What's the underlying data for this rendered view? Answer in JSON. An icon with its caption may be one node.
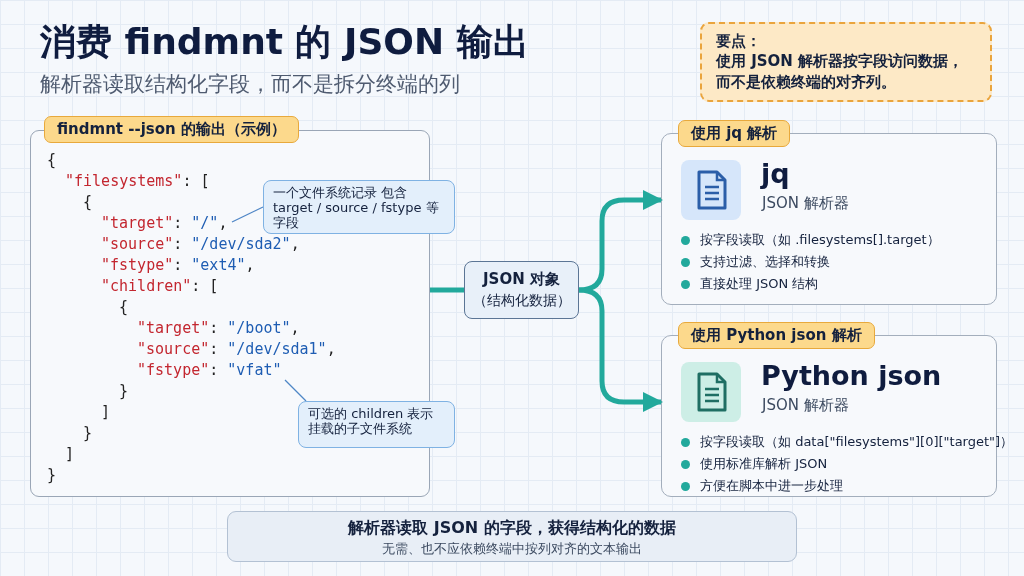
{
  "diagram": {
    "title": "消费 findmnt 的 JSON 输出",
    "labels": [
      "解析器读取结构化字段，而不是拆分终端的列"
    ],
    "nodes": [
      {
        "text": [
          "findmnt --json 的输出（示例）",
          "{",
          "\"filesystems\": [",
          "{",
          "\"target\": \"/\",",
          "\"source\": \"/dev/sda2\",",
          "\"fstype\": \"ext4\",",
          "\"children\": [",
          "{",
          "\"target\": \"/boot\",",
          "\"source\": \"/dev/sda1\",",
          "\"fstype\": \"vfat\"",
          "}",
          "]",
          "}",
          "]",
          "}"
        ]
      },
      {
        "text": [
          "一个文件系统记录 包含 target / source / fstype 等字段"
        ]
      },
      {
        "text": [
          "可选的 children 表示挂载的子文件系统"
        ]
      },
      {
        "text": [
          "JSON 对象",
          "（结构化数据）"
        ]
      },
      {
        "text": [
          "使用 jq 解析",
          "jq",
          "JSON 解析器",
          "按字段读取（如 .filesystems[].target）",
          "支持过滤、选择和转换",
          "直接处理 JSON 结构"
        ]
      },
      {
        "text": [
          "使用 Python json 解析",
          "Python json",
          "JSON 解析器",
          "按字段读取（如 data[\"filesystems\"][0][\"target\"]）",
          "使用标准库解析 JSON",
          "方便在脚本中进一步处理"
        ]
      },
      {
        "text": [
          "解析器读取 JSON 的字段，获得结构化的数据",
          "无需、也不应依赖终端中按列对齐的文本输出"
        ]
      },
      {
        "text": [
          "要点：",
          "使用 JSON 解析器按字段访问数据，而不是依赖终端的对齐列。"
        ]
      }
    ],
    "edges": [
      {
        "from": 0,
        "to": 3,
        "arrow": "none"
      },
      {
        "from": 3,
        "to": 4,
        "arrow": "to"
      },
      {
        "from": 3,
        "to": 5,
        "arrow": "to"
      },
      {
        "from": 1,
        "to": 0,
        "arrow": "none"
      },
      {
        "from": 2,
        "to": 0,
        "arrow": "none"
      }
    ]
  }
}
